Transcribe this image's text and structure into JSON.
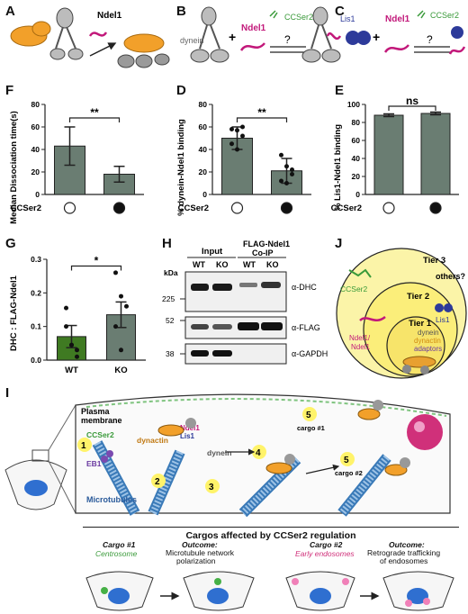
{
  "panels": {
    "A": {
      "letter": "A",
      "ndel1": "Ndel1"
    },
    "B": {
      "letter": "B",
      "dynein": "dynein",
      "plus": "+",
      "ndel1": "Ndel1",
      "ccser2": "CCSer2",
      "question": "?"
    },
    "C": {
      "letter": "C",
      "lis1": "Lis1",
      "plus": "+",
      "ndel1": "Ndel1",
      "ccser2": "CCSer2",
      "question": "?"
    },
    "F": {
      "letter": "F",
      "ylabel": "Median Dissociation time(s)",
      "xlabel": "CCSer2",
      "sig": "**",
      "yticks": [
        "0",
        "20",
        "40",
        "60",
        "80"
      ]
    },
    "D": {
      "letter": "D",
      "ylabel": "% dynein-Ndel1 binding",
      "xlabel": "CCSer2",
      "sig": "**",
      "yticks": [
        "0",
        "20",
        "40",
        "60",
        "80"
      ]
    },
    "E": {
      "letter": "E",
      "ylabel": "% Lis1-Ndel1 binding",
      "xlabel": "CCSer2",
      "sig": "ns",
      "yticks": [
        "0",
        "20",
        "40",
        "60",
        "80",
        "100"
      ]
    },
    "G": {
      "letter": "G",
      "ylabel": "DHC : FLAG-Ndel1",
      "sig": "*",
      "yticks": [
        "0.0",
        "0.1",
        "0.2",
        "0.3"
      ],
      "cats": [
        "WT",
        "KO"
      ]
    },
    "H": {
      "letter": "H",
      "kda": "kDa",
      "input": "Input",
      "ip": "FLAG-Ndel1",
      "ip2": "Co-IP",
      "lanes": [
        "WT",
        "KO",
        "WT",
        "KO"
      ],
      "markers": [
        "225",
        "52",
        "38"
      ],
      "rows": [
        "α-DHC",
        "α-FLAG",
        "α-GAPDH"
      ]
    },
    "J": {
      "letter": "J",
      "tier3": "Tier 3",
      "tier2": "Tier 2",
      "tier1": "Tier 1",
      "others": "others?",
      "ccser2": "CCSer2",
      "lis1": "Lis1",
      "ndel1": "Ndel1/",
      "ndel1b": "Ndel1",
      "dynein": "dynein",
      "dynactin": "dynactin",
      "adaptors": "adaptors"
    },
    "I": {
      "letter": "I",
      "plasma": "Plasma",
      "membrane": "membrane",
      "ccser2": "CCSer2",
      "eb1": "EB1",
      "dynactin": "dynactin",
      "ndel1": "Ndel1",
      "lis1": "Lis1",
      "dynein": "dynein",
      "microtubules": "Microtubules",
      "cargo1": "cargo #1",
      "cargo2": "cargo #2",
      "steps": [
        "1",
        "2",
        "3",
        "4",
        "5",
        "5"
      ]
    },
    "bottom": {
      "title": "Cargos affected by CCSer2 regulation",
      "c1_title": "Cargo #1",
      "c1_sub": "Centrosome",
      "o1_title": "Outcome:",
      "o1_l1": "Microtubule network",
      "o1_l2": "polarization",
      "c2_title": "Cargo #2",
      "c2_sub": "Early endosomes",
      "o2_title": "Outcome:",
      "o2_l1": "Retrograde trafficking",
      "o2_l2": "of endosomes"
    }
  },
  "chart_data": [
    {
      "type": "bar",
      "panel": "F",
      "categories": [
        "-",
        "+"
      ],
      "values": [
        43,
        18
      ],
      "errors": [
        17,
        7
      ],
      "ylabel": "Median Dissociation time(s)",
      "xlabel": "CCSer2",
      "ylim": [
        0,
        80
      ],
      "sig": "**"
    },
    {
      "type": "bar",
      "panel": "D",
      "categories": [
        "-",
        "+"
      ],
      "values": [
        50,
        21
      ],
      "errors": [
        10,
        11
      ],
      "points": [
        [
          58,
          57,
          52,
          45,
          40,
          60
        ],
        [
          35,
          25,
          18,
          12,
          10,
          22
        ]
      ],
      "ylabel": "% dynein-Ndel1 binding",
      "xlabel": "CCSer2",
      "ylim": [
        0,
        80
      ],
      "sig": "**"
    },
    {
      "type": "bar",
      "panel": "E",
      "categories": [
        "-",
        "+"
      ],
      "values": [
        88,
        90
      ],
      "errors": [
        1.5,
        1.5
      ],
      "ylabel": "% Lis1-Ndel1 binding",
      "xlabel": "CCSer2",
      "ylim": [
        0,
        100
      ],
      "sig": "ns"
    },
    {
      "type": "bar",
      "panel": "G",
      "categories": [
        "WT",
        "KO"
      ],
      "values": [
        0.07,
        0.135
      ],
      "errors": [
        0.033,
        0.038
      ],
      "points": [
        [
          0.1,
          0.045,
          0.03,
          0.155,
          0.045,
          0.01
        ],
        [
          0.26,
          0.19,
          0.16,
          0.1,
          0.03
        ]
      ],
      "colors": [
        "#3f7a22",
        "#6a7d72"
      ],
      "ylabel": "DHC : FLAG-Ndel1",
      "ylim": [
        0,
        0.3
      ],
      "sig": "*"
    }
  ]
}
